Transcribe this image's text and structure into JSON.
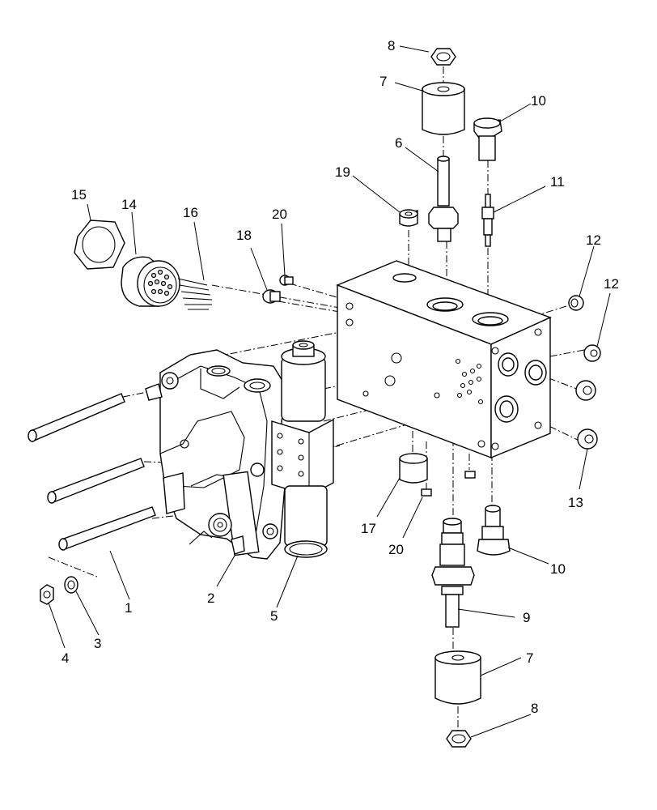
{
  "diagram": {
    "callouts": [
      {
        "id": "c8a",
        "text": "8"
      },
      {
        "id": "c7a",
        "text": "7"
      },
      {
        "id": "c10a",
        "text": "10"
      },
      {
        "id": "c6",
        "text": "6"
      },
      {
        "id": "c19",
        "text": "19"
      },
      {
        "id": "c11",
        "text": "11"
      },
      {
        "id": "c15",
        "text": "15"
      },
      {
        "id": "c14",
        "text": "14"
      },
      {
        "id": "c16",
        "text": "16"
      },
      {
        "id": "c20a",
        "text": "20"
      },
      {
        "id": "c18",
        "text": "18"
      },
      {
        "id": "c12a",
        "text": "12"
      },
      {
        "id": "c12b",
        "text": "12"
      },
      {
        "id": "c13",
        "text": "13"
      },
      {
        "id": "c17",
        "text": "17"
      },
      {
        "id": "c20b",
        "text": "20"
      },
      {
        "id": "c10b",
        "text": "10"
      },
      {
        "id": "c1",
        "text": "1"
      },
      {
        "id": "c2",
        "text": "2"
      },
      {
        "id": "c5",
        "text": "5"
      },
      {
        "id": "c9",
        "text": "9"
      },
      {
        "id": "c7b",
        "text": "7"
      },
      {
        "id": "c8b",
        "text": "8"
      },
      {
        "id": "c3",
        "text": "3"
      },
      {
        "id": "c4",
        "text": "4"
      }
    ]
  }
}
